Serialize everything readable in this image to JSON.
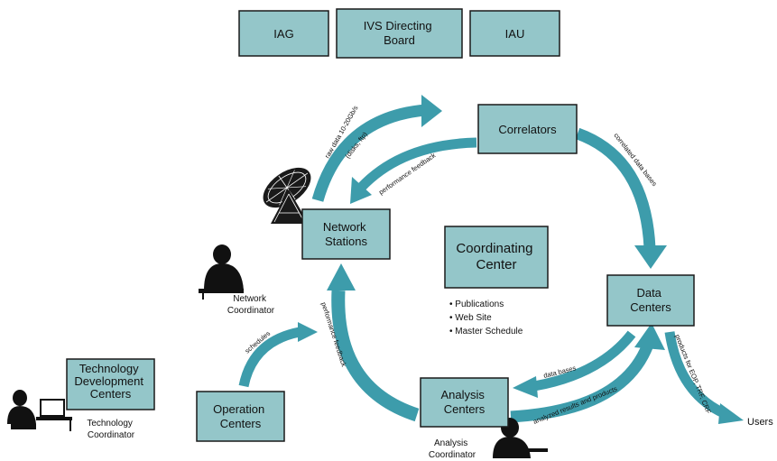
{
  "boxes": {
    "iag": [
      "IAG"
    ],
    "ivs_board": [
      "IVS Directing",
      "Board"
    ],
    "iau": [
      "IAU"
    ],
    "correlators": [
      "Correlators"
    ],
    "network_stations": [
      "Network",
      "Stations"
    ],
    "coordinating_center": [
      "Coordinating",
      "Center"
    ],
    "data_centers": [
      "Data",
      "Centers"
    ],
    "analysis_centers": [
      "Analysis",
      "Centers"
    ],
    "operation_centers": [
      "Operation",
      "Centers"
    ],
    "technology_development_centers": [
      "Technology",
      "Development",
      "Centers"
    ]
  },
  "flows": {
    "raw_data": "raw data 10-20Gb/s",
    "disks_ftp": "(disks, ftp)",
    "performance_feedback_top": "performance feedback",
    "correlated_data_bases": "correlated data bases",
    "data_bases": "data bases",
    "analyzed_results": "analyzed results and products",
    "products": "products for EOP, TRF, CRF",
    "schedules": "schedules",
    "performance_feedback_left": "performance feedback"
  },
  "coordinating_items": [
    "• Publications",
    "• Web Site",
    "• Master Schedule"
  ],
  "labels": {
    "users": "Users",
    "network_coordinator": [
      "Network",
      "Coordinator"
    ],
    "technology_coordinator": [
      "Technology",
      "Coordinator"
    ],
    "analysis_coordinator": [
      "Analysis",
      "Coordinator"
    ]
  },
  "colors": {
    "box_fill": "#94c6c9",
    "arrow": "#3d9cab"
  }
}
